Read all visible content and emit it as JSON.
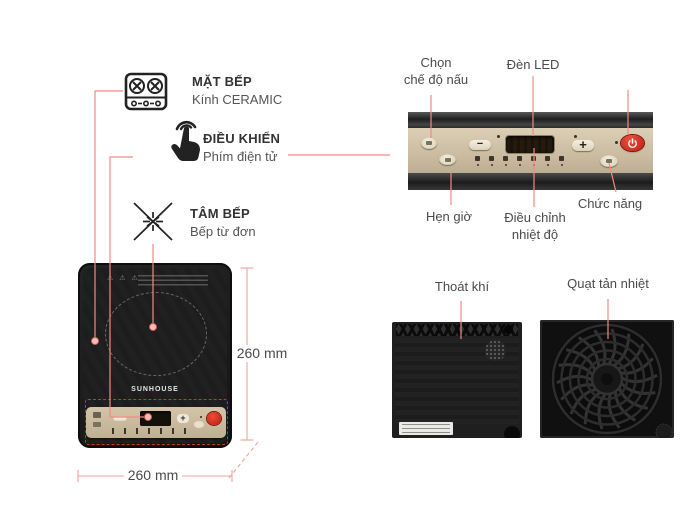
{
  "colors": {
    "callout": "#ee8c84",
    "dimension": "#f0a29b",
    "label": "#4a4a4a",
    "title": "#333333",
    "power": "#d5281b",
    "beige": "#cfc1a6",
    "black": "#1b1b1b"
  },
  "features": [
    {
      "title": "MẶT BẾP",
      "subtitle": "Kính CERAMIC",
      "icon": "ceramic-cooktop-icon"
    },
    {
      "title": "ĐIỀU KHIỂN",
      "subtitle": "Phím điện tử",
      "icon": "touch-control-icon"
    },
    {
      "title": "TÂM BẾP",
      "subtitle": "Bếp từ đơn",
      "icon": "burner-center-icon"
    }
  ],
  "product": {
    "brand": "SUNHOUSE"
  },
  "dimensions": {
    "height": "260 mm",
    "width": "260 mm"
  },
  "panel_callouts": {
    "cook_mode": "Chọn\nchế độ nấu",
    "led": "Đèn LED",
    "timer": "Hẹn giờ",
    "temp_adjust": "Điều chỉnh\nnhiệt độ",
    "function": "Chức năng"
  },
  "figure_labels": {
    "air_outlet": "Thoát khí",
    "cooling_fan": "Quạt tản nhiệt"
  },
  "panel_symbols": {
    "minus": "−",
    "plus": "+"
  },
  "icons": {
    "warning_row": "⚠ ⚠ ⚠"
  }
}
